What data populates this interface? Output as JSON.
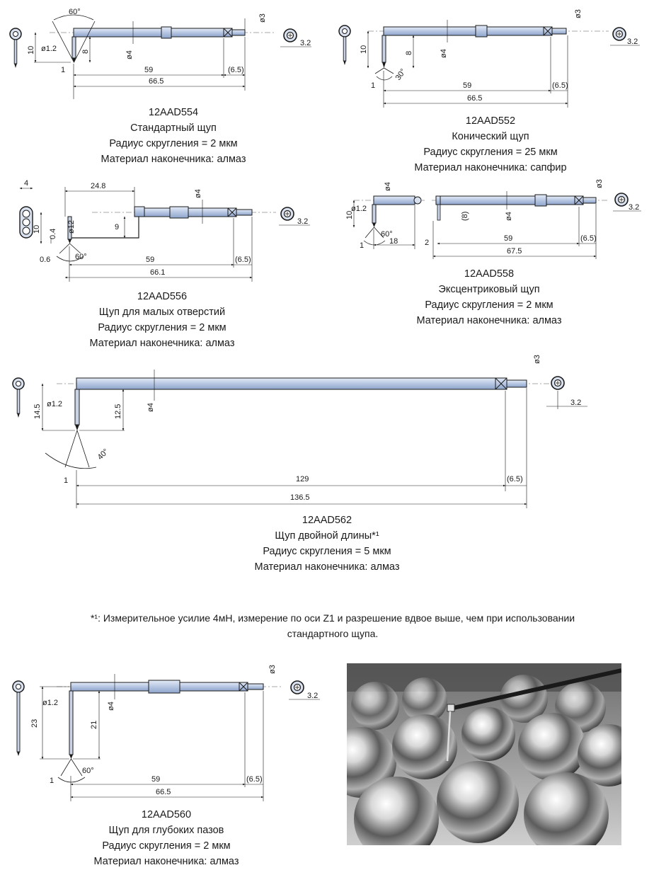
{
  "probes": [
    {
      "code": "12AAD554",
      "name": "Стандартный щуп",
      "radius": "Радиус скругления = 2 мкм",
      "material": "Материал наконечника: алмаз",
      "dims": {
        "angle": "60°",
        "shank": "ø1.2",
        "len": "59",
        "total": "66.5",
        "rear": "(6.5)",
        "tip": "1",
        "h1": "10",
        "h2": "8",
        "dia": "ø4",
        "d3": "ø3",
        "r32": "3.2"
      }
    },
    {
      "code": "12AAD552",
      "name": "Конический щуп",
      "radius": "Радиус скругления = 25 мкм",
      "material": "Материал наконечника: сапфир",
      "dims": {
        "angle": "30°",
        "len": "59",
        "total": "66.5",
        "rear": "(6.5)",
        "tip": "1",
        "h1": "10",
        "h2": "8",
        "dia": "ø4",
        "d3": "ø3",
        "r32": "3.2"
      }
    },
    {
      "code": "12AAD556",
      "name": "Щуп для малых отверстий",
      "radius": "Радиус скругления = 2 мкм",
      "material": "Материал наконечника: алмаз",
      "dims": {
        "w4": "4",
        "top": "24.8",
        "h1": "10",
        "h2": "0.4",
        "shank": "ø12",
        "h3": "9",
        "dia": "ø4",
        "angle": "60°",
        "tip": "0.6",
        "len": "59",
        "total": "66.1",
        "rear": "(6.5)",
        "r32": "3.2"
      }
    },
    {
      "code": "12AAD558",
      "name": "Эксцентриковый щуп",
      "radius": "Радиус скругления = 2 мкм",
      "material": "Материал наконечника: алмаз",
      "dims": {
        "dia": "ø4",
        "d3": "ø3",
        "h1": "10",
        "shank": "ø1.2",
        "angle": "60°",
        "tip": "1",
        "w18": "18",
        "off": "(8)",
        "dia2": "ø4",
        "two": "2",
        "len": "59",
        "total": "67.5",
        "rear": "(6.5)",
        "r32": "3.2"
      }
    },
    {
      "code": "12AAD562",
      "name": "Щуп  двойной длины*¹",
      "radius": "Радиус скругления = 5 мкм",
      "material": "Материал наконечника: алмаз",
      "dims": {
        "h1": "14.5",
        "shank": "ø1.2",
        "h2": "12.5",
        "dia": "ø4",
        "angle": "40°",
        "tip": "1",
        "len": "129",
        "total": "136.5",
        "rear": "(6.5)",
        "d3": "ø3",
        "r32": "3.2"
      }
    },
    {
      "code": "12AAD560",
      "name": "Щуп для глубоких пазов",
      "radius": "Радиус скругления = 2 мкм",
      "material": "Материал наконечника: алмаз",
      "dims": {
        "shank": "ø1.2",
        "h1": "23",
        "h2": "21",
        "dia": "ø4",
        "angle": "60°",
        "tip": "1",
        "len": "59",
        "total": "66.5",
        "rear": "(6.5)",
        "d3": "ø3",
        "r32": "3.2"
      }
    }
  ],
  "footnote": {
    "line1": "*¹: Измерительное усилие 4мН, измерение по оси Z1 и разрешение вдвое выше, чем при использовании",
    "line2": "стандартного щупа."
  }
}
